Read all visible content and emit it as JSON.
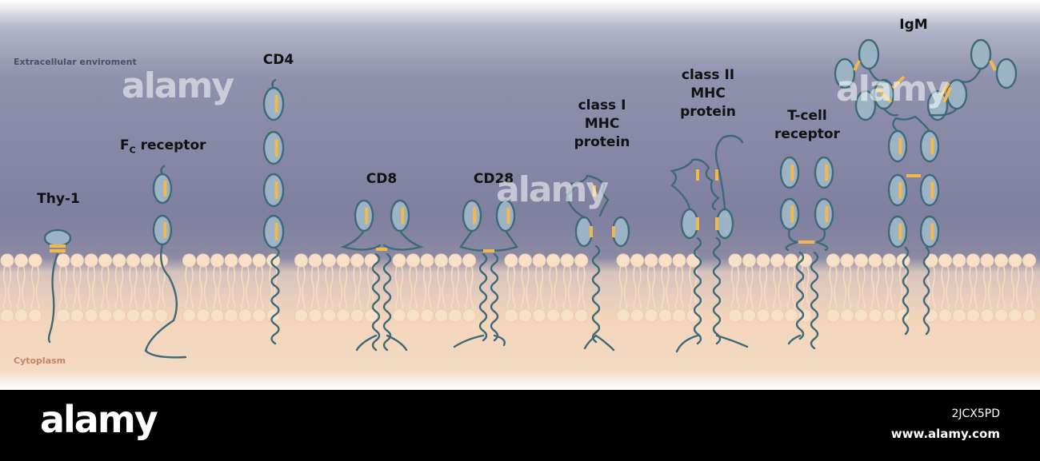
{
  "regions": {
    "extracellular": "Extracellular enviroment",
    "cytoplasm": "Cytoplasm"
  },
  "proteins": {
    "thy1": "Thy-1",
    "fc_main": "F",
    "fc_sub": "C",
    "fc_rest": " receptor",
    "cd4": "CD4",
    "cd8": "CD8",
    "cd28": "CD28",
    "mhc1": [
      "class I",
      "MHC",
      "protein"
    ],
    "mhc2": [
      "class II",
      "MHC",
      "protein"
    ],
    "tcr": [
      "T-cell",
      "receptor"
    ],
    "igm": "IgM"
  },
  "watermark": {
    "brand": "alamy",
    "image_id": "2JCX5PD",
    "url": "www.alamy.com"
  },
  "colors": {
    "domain_fill": "#9cb3c6",
    "chain_stroke": "#3e6a78",
    "disulfide": "#f2b84b",
    "membrane_head": "#f5dcc0",
    "extracellular": "#8585a3",
    "cytoplasm": "#f1d3b8"
  }
}
